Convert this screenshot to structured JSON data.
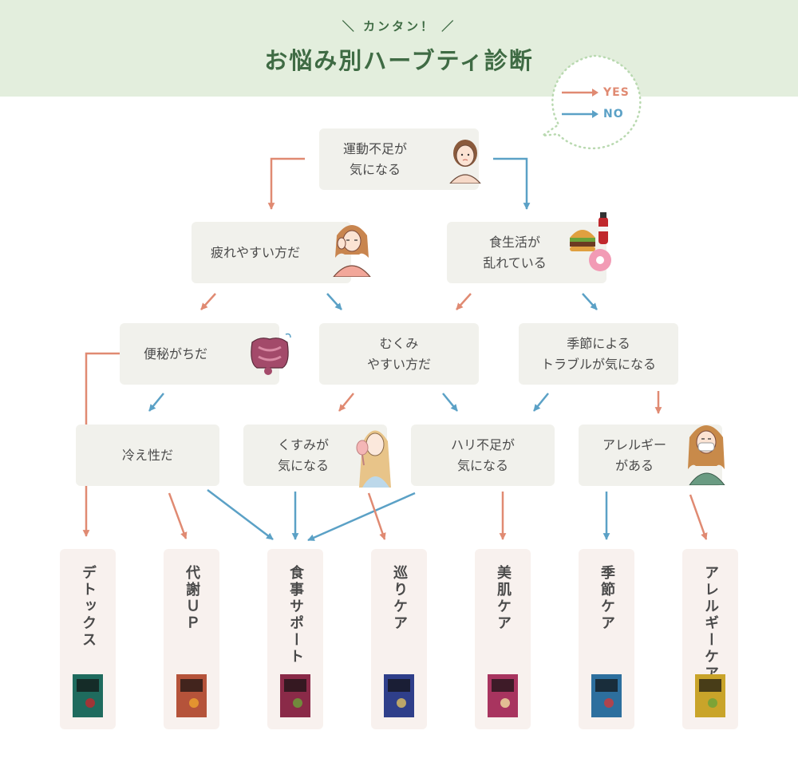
{
  "header": {
    "tagline": "＼ カンタン！ ／",
    "title": "お悩み別ハーブティ診断"
  },
  "legend": {
    "yes_label": "YES",
    "no_label": "NO",
    "yes_color": "#e08a72",
    "no_color": "#5ba1c6"
  },
  "colors": {
    "yes": "#e08a72",
    "no": "#5ba1c6",
    "header_bg": "#e3eedd",
    "title": "#3f6b44",
    "box_bg": "#f1f1ec",
    "result_bg": "#f8f1ee"
  },
  "questions": {
    "q1": "運動不足が\n気になる",
    "q2": "疲れやすい方だ",
    "q3": "食生活が\n乱れている",
    "q4": "便秘がちだ",
    "q5": "むくみ\nやすい方だ",
    "q6": "季節による\nトラブルが気になる",
    "q7": "冷え性だ",
    "q8": "くすみが\n気になる",
    "q9": "ハリ不足が\n気になる",
    "q10": "アレルギー\nがある"
  },
  "results": [
    {
      "label": "デトックス",
      "pkg_color": "#1f6b5e"
    },
    {
      "label": "代謝ＵＰ",
      "pkg_color": "#b5533a"
    },
    {
      "label": "食事サポート",
      "pkg_color": "#8a2a48"
    },
    {
      "label": "巡りケア",
      "pkg_color": "#2f3f8a"
    },
    {
      "label": "美肌ケア",
      "pkg_color": "#a8345f"
    },
    {
      "label": "季節ケア",
      "pkg_color": "#2d6f9e"
    },
    {
      "label": "アレルギーケア",
      "pkg_color": "#c9a42a"
    }
  ]
}
